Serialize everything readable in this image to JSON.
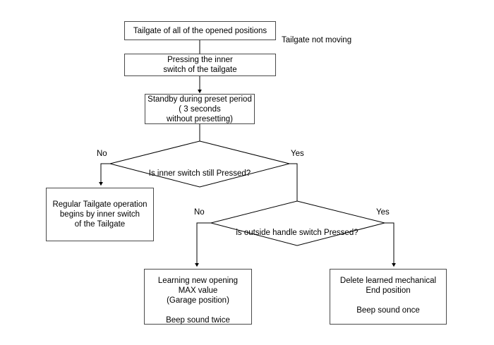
{
  "diagram": {
    "title": "Tailgate inner switch learning flowchart",
    "type": "flowchart",
    "stroke_color": "#4a4a4a",
    "line_color": "#000000",
    "background": "#ffffff"
  },
  "nodes": {
    "start_box": {
      "label": "Tailgate of all of the opened positions",
      "shape": "process"
    },
    "annotation_top_right": {
      "label": "Tailgate not moving"
    },
    "press_inner_switch": {
      "label": "Pressing the inner\nswitch of the tailgate",
      "shape": "process"
    },
    "standby": {
      "label": "Standby during preset period\n( 3 seconds\nwithout presetting)",
      "shape": "process"
    },
    "decision_inner": {
      "label": "Is inner switch still Pressed?",
      "shape": "decision"
    },
    "decision_outside": {
      "label": "is outside handle switch Pressed?",
      "shape": "decision"
    },
    "regular_operation": {
      "label": "Regular Tailgate operation\nbegins by inner switch\nof the Tailgate",
      "shape": "process"
    },
    "learning_new_opening": {
      "label": "Learning new opening\nMAX value\n(Garage position)\n\nBeep sound twice",
      "shape": "process"
    },
    "delete_learned": {
      "label": "Delete learned mechanical\nEnd position\n\nBeep sound once",
      "shape": "process"
    }
  },
  "edge_labels": {
    "inner_no": "No",
    "inner_yes": "Yes",
    "outside_no": "No",
    "outside_yes": "Yes"
  }
}
